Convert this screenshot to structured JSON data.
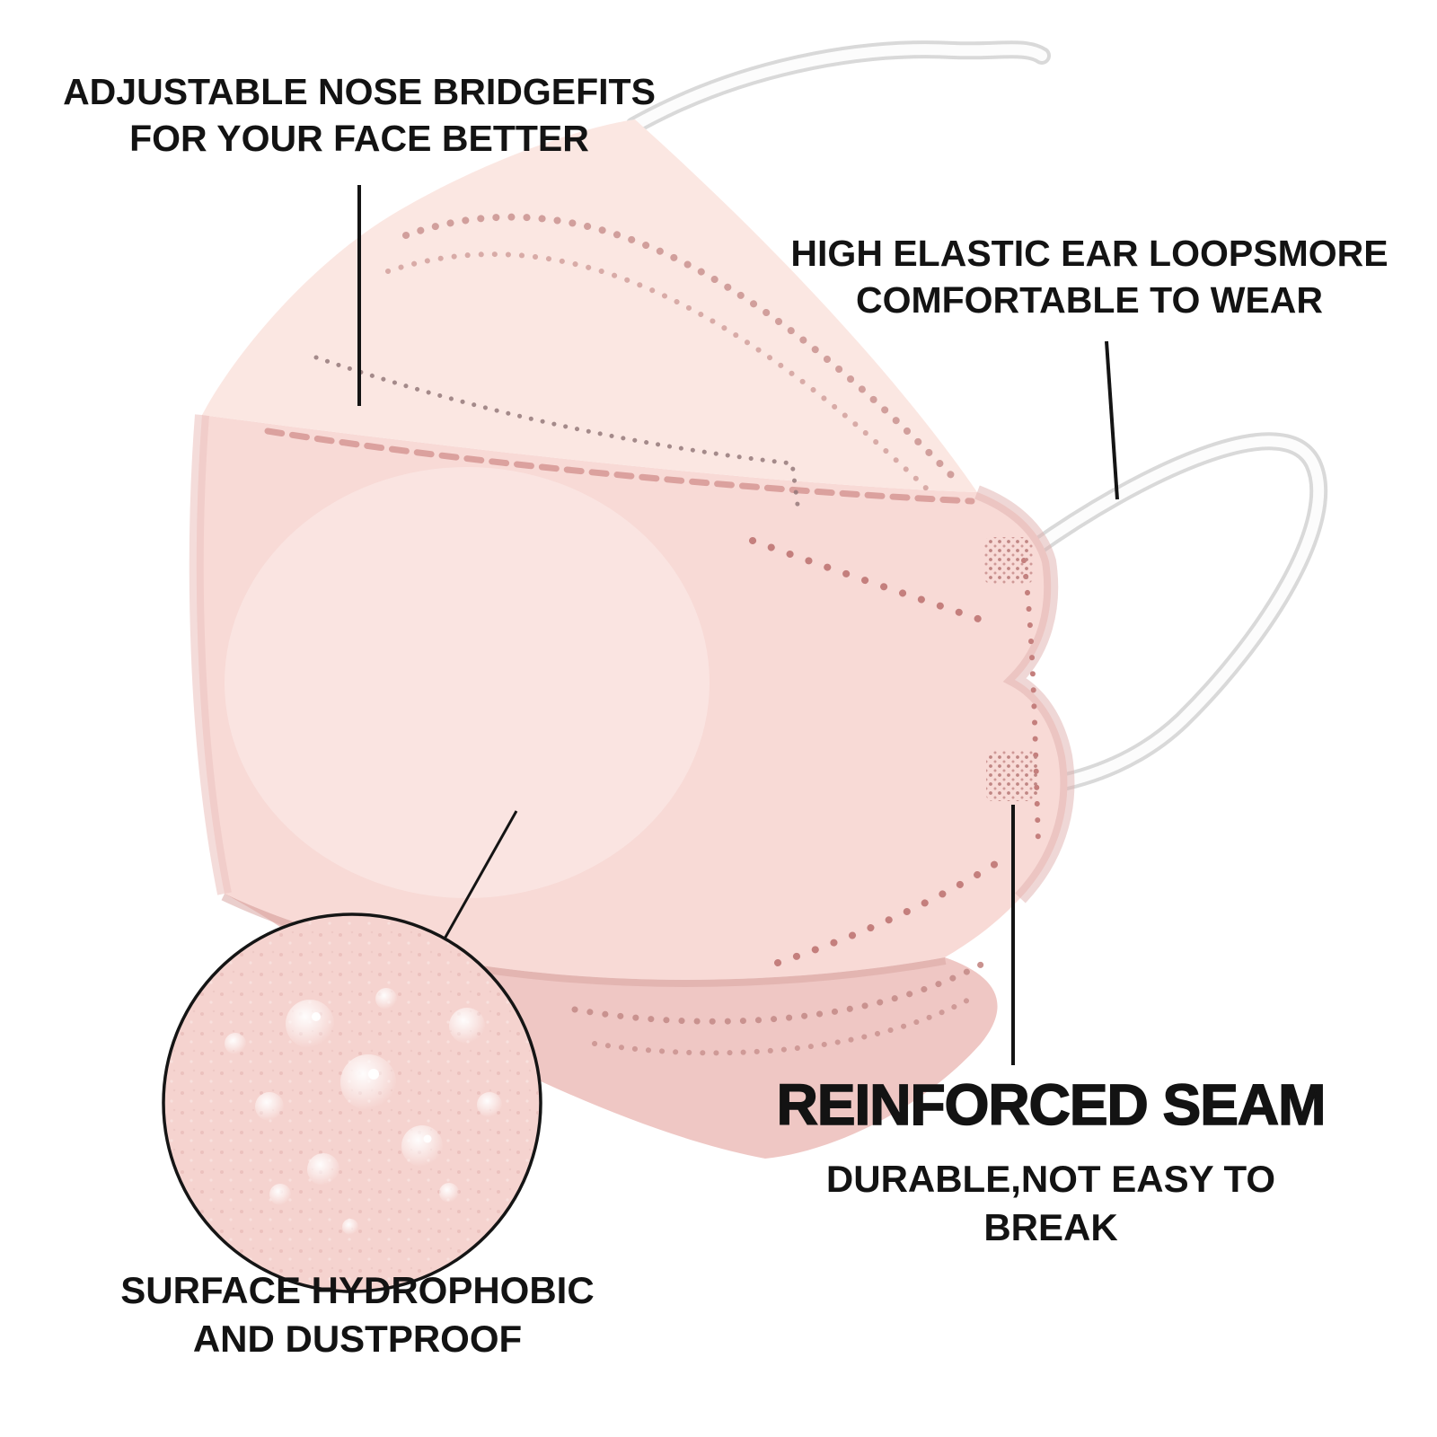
{
  "page": {
    "background": "#ffffff",
    "description": "Annotated product diagram of a pink KF94-style protective face mask"
  },
  "product": {
    "colors": {
      "mask_flap": "#fbe7e2",
      "mask_body": "#f8dad6",
      "mask_chin": "#efc7c4",
      "stitch": "#c9928f",
      "stitch_dark": "#8f7374",
      "seam_dash": "#dba19e",
      "heart_stitch": "#c47f7d",
      "mesh_patch": "#c08684",
      "ear_loop": "#fcfcfc",
      "ear_loop_edge": "#d9d9d9",
      "texture_circle": "#f5d3cf",
      "pointer_line": "#141414",
      "text": "#131313"
    }
  },
  "annotations": {
    "nose_bridge": {
      "line1": "ADJUSTABLE NOSE BRIDGEFITS",
      "line2": "FOR YOUR FACE BETTER"
    },
    "ear_loops": {
      "line1": "HIGH ELASTIC EAR LOOPSMORE",
      "line2": "COMFORTABLE TO WEAR"
    },
    "reinforced_seam": {
      "title": "REINFORCED SEAM",
      "subtitle": "DURABLE,NOT EASY TO BREAK"
    },
    "surface": {
      "line1": "SURFACE HYDROPHOBIC",
      "line2": "AND DUSTPROOF"
    }
  }
}
